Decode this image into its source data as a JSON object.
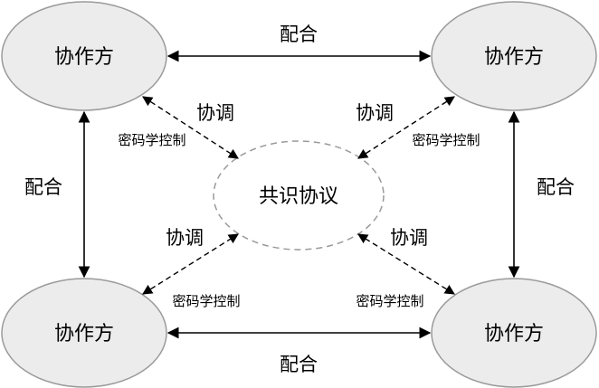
{
  "nodes": {
    "top_left": "协作方",
    "top_right": "协作方",
    "bottom_left": "协作方",
    "bottom_right": "协作方",
    "center": "共识协议"
  },
  "edges": {
    "cooperate": "配合",
    "coordinate": "协调",
    "crypto_control": "密码学控制"
  }
}
